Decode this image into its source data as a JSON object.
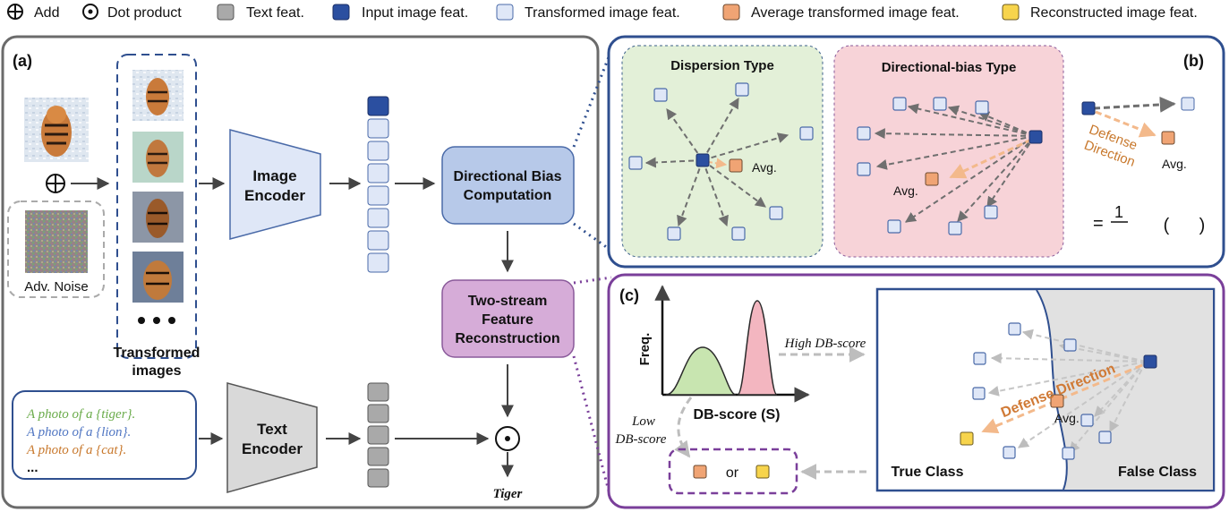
{
  "legend": {
    "add": "Add",
    "dot": "Dot product",
    "text_feat": "Text feat.",
    "input_feat": "Input image feat.",
    "transformed_feat": "Transformed image feat.",
    "avg_feat": "Average transformed image feat.",
    "recon_feat": "Reconstructed  image feat."
  },
  "panel_a": {
    "label": "(a)",
    "adv_noise": "Adv. Noise",
    "transformed_line1": "Transformed",
    "transformed_line2": "images",
    "image_encoder_1": "Image",
    "image_encoder_2": "Encoder",
    "text_encoder_1": "Text",
    "text_encoder_2": "Encoder",
    "db_comp_1": "Directional Bias",
    "db_comp_2": "Computation",
    "two_stream_1": "Two-stream",
    "two_stream_2": "Feature",
    "two_stream_3": "Reconstruction",
    "prompts": [
      "A photo of a {tiger}.",
      "A photo of a {lion}.",
      "A photo of a {cat}.",
      "..."
    ],
    "output": "Tiger"
  },
  "panel_b": {
    "label": "(b)",
    "dispersion_title": "Dispersion Type",
    "directional_title": "Directional-bias Type",
    "avg": "Avg.",
    "defense_1": "Defense",
    "defense_2": "Direction",
    "formula_eq": "=",
    "formula_num": "1",
    "formula_paren": "(      )"
  },
  "panel_c": {
    "label": "(c)",
    "freq": "Freq.",
    "db_score": "DB-score (S)",
    "high": "High DB-score",
    "low_1": "Low",
    "low_2": "DB-score",
    "or": "or",
    "defense": "Defense Direction",
    "avg": "Avg.",
    "true_class": "True Class",
    "false_class": "False Class"
  },
  "colors": {
    "input": "#2b4fa0",
    "transformed": "#dfe7f7",
    "avg": "#f0a474",
    "recon": "#f7d44c",
    "text_feat": "#a9a9a9",
    "prompt_green": "#6aab4a",
    "prompt_blue": "#4f75c2",
    "prompt_orange": "#c8782c"
  }
}
